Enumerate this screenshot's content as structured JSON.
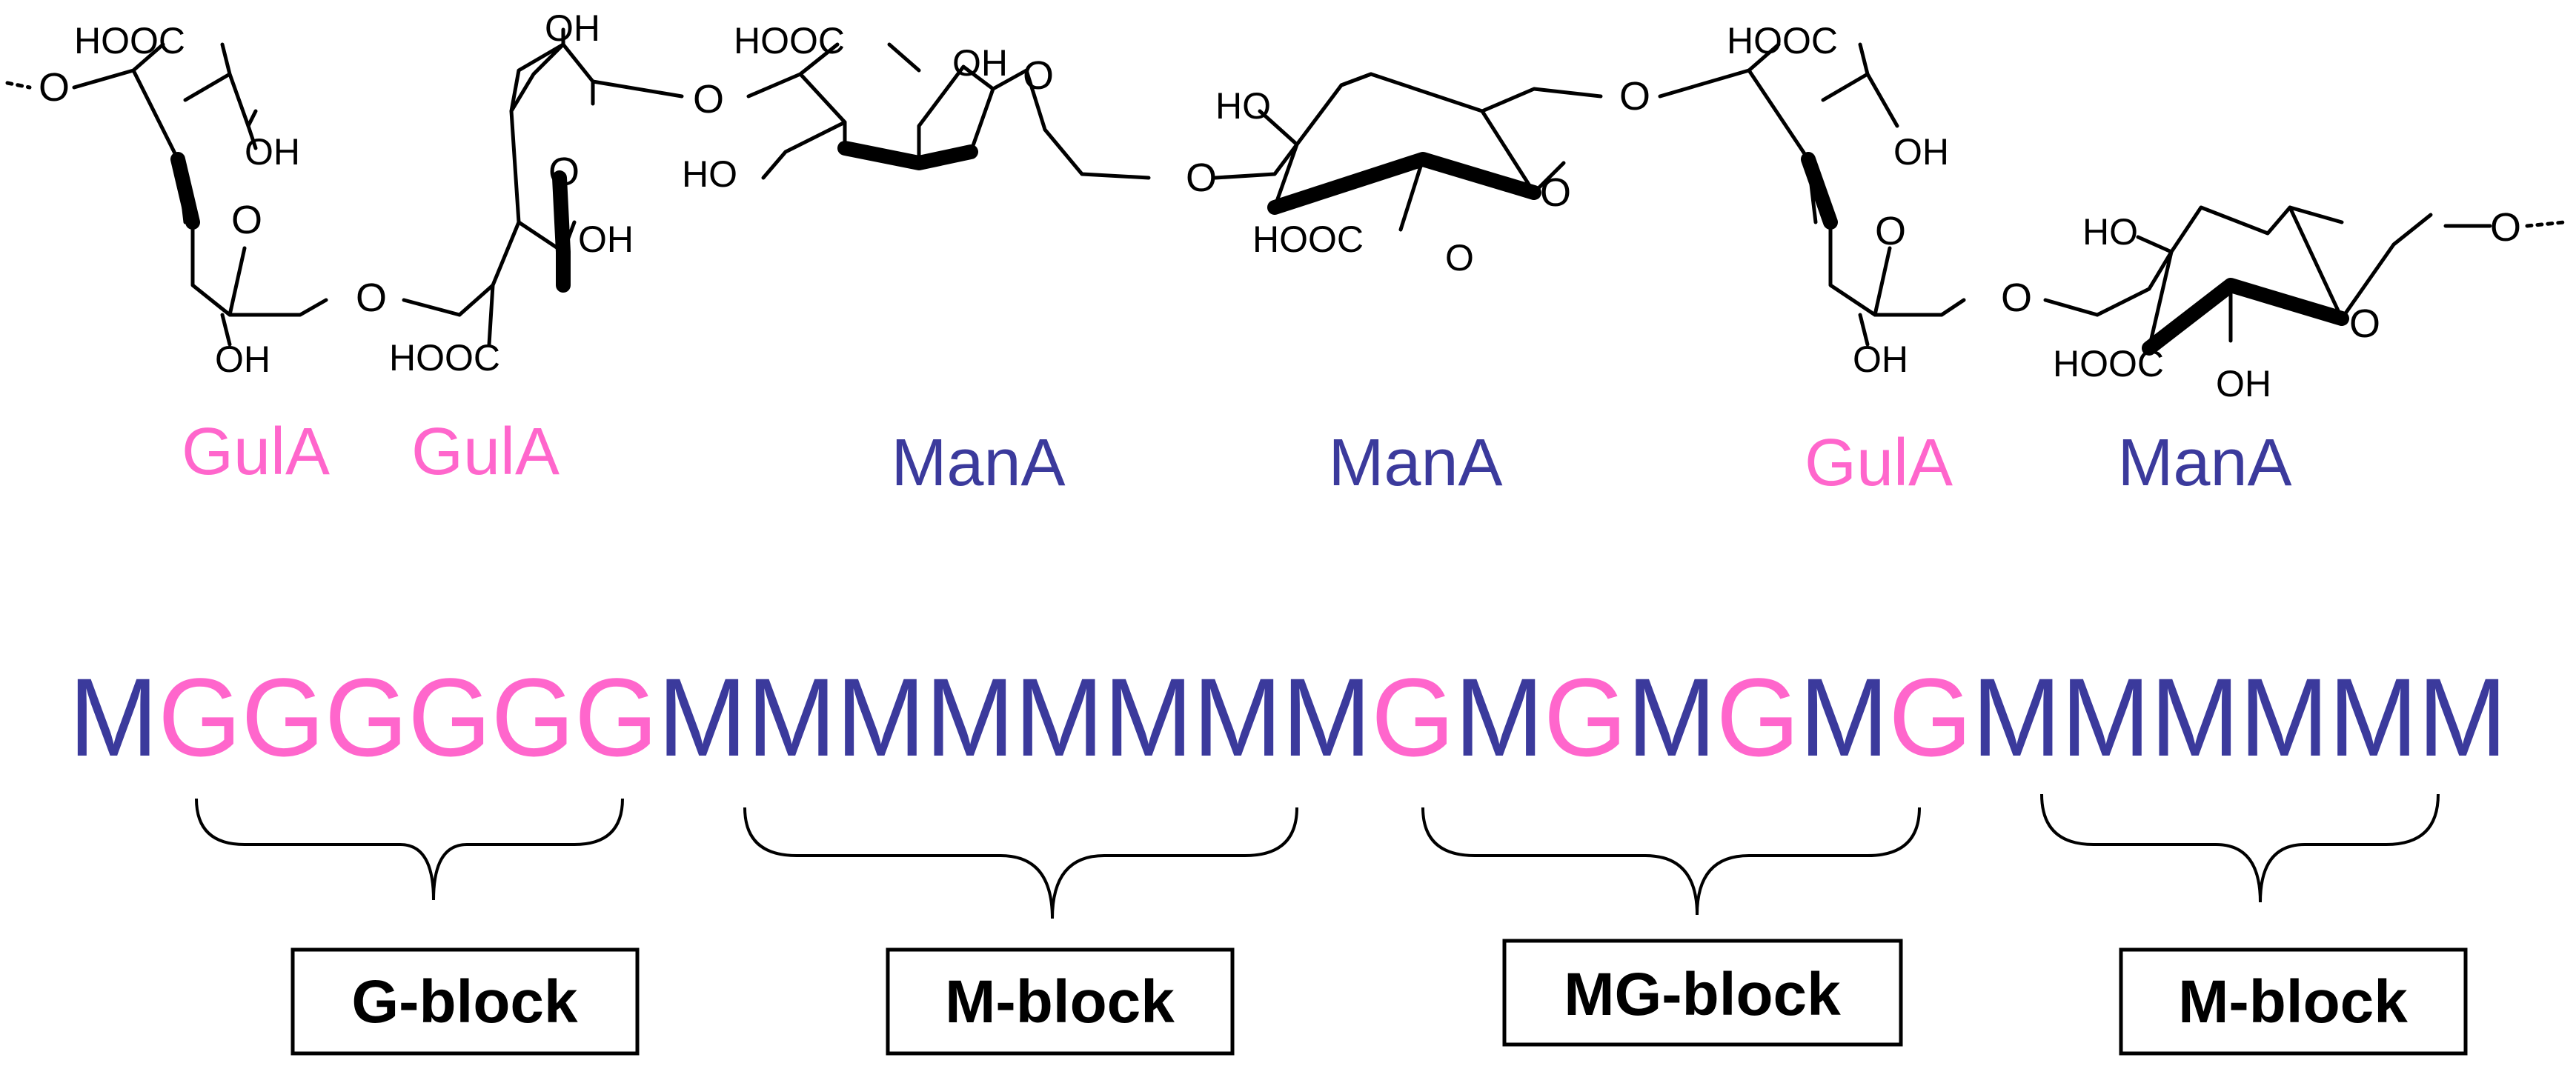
{
  "colors": {
    "G": "#ff66cc",
    "M": "#3b3a9c",
    "text": "#000000"
  },
  "residues": [
    {
      "label": "GulA",
      "type": "G",
      "substituents": {
        "acid": "HOOC",
        "hydroxyl_a": "OH",
        "hydroxyl_b": "OH"
      },
      "ring_oxygen": "O",
      "link_oxygen": "O"
    },
    {
      "label": "GulA",
      "type": "G",
      "substituents": {
        "acid": "HOOC",
        "hydroxyl_a": "OH",
        "hydroxyl_b": "OH"
      },
      "ring_oxygen": "O",
      "link_oxygen": "O"
    },
    {
      "label": "ManA",
      "type": "M",
      "substituents": {
        "acid": "HOOC",
        "hydroxyl_a": "OH",
        "hydroxyl_b": "HO"
      },
      "ring_oxygen": "O",
      "link_oxygen": "O"
    },
    {
      "label": "ManA",
      "type": "M",
      "substituents": {
        "acid": "HOOC",
        "hydroxyl_a": "HO",
        "hydroxyl_b": "O"
      },
      "ring_oxygen": "O",
      "link_oxygen": "O"
    },
    {
      "label": "GulA",
      "type": "G",
      "substituents": {
        "acid": "HOOC",
        "hydroxyl_a": "OH",
        "hydroxyl_b": "OH"
      },
      "ring_oxygen": "O",
      "link_oxygen": "O"
    },
    {
      "label": "ManA",
      "type": "M",
      "substituents": {
        "acid": "HOOC",
        "hydroxyl_a": "HO",
        "hydroxyl_b": "OH"
      },
      "ring_oxygen": "O",
      "link_oxygen": "O"
    }
  ],
  "chain_ends": {
    "left_oxygen": "O",
    "right_oxygen": "O"
  },
  "sequence": [
    "M",
    "G",
    "G",
    "G",
    "G",
    "G",
    "G",
    "M",
    "M",
    "M",
    "M",
    "M",
    "M",
    "M",
    "M",
    "G",
    "M",
    "G",
    "M",
    "G",
    "M",
    "G",
    "M",
    "M",
    "M",
    "M",
    "M",
    "M"
  ],
  "blocks": [
    {
      "label": "G-block"
    },
    {
      "label": "M-block"
    },
    {
      "label": "MG-block"
    },
    {
      "label": "M-block"
    }
  ]
}
